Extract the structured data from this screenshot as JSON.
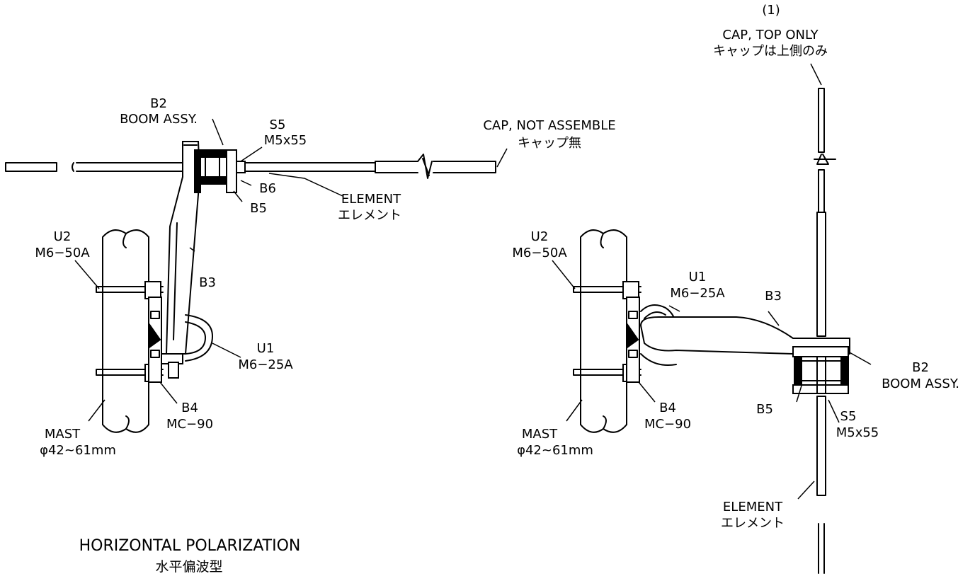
{
  "left": {
    "b2_code": "B2",
    "b2_name": "BOOM ASSY.",
    "s5_code": "S5",
    "s5_size": "M5x55",
    "cap_en": "CAP, NOT ASSEMBLE",
    "cap_jp": "キャップ無",
    "b6": "B6",
    "b5": "B5",
    "element_en": "ELEMENT",
    "element_jp": "エレメント",
    "u2_code": "U2",
    "u2_size": "M6−50A",
    "b3": "B3",
    "u1_code": "U1",
    "u1_size": "M6−25A",
    "b4_code": "B4",
    "b4_size": "MC−90",
    "mast_en": "MAST",
    "mast_size": "φ42~61mm",
    "title_en": "HORIZONTAL POLARIZATION",
    "title_jp": "水平偏波型"
  },
  "right": {
    "note_num": "(1)",
    "cap_en": "CAP, TOP ONLY",
    "cap_jp": "キャップは上側のみ",
    "u2_code": "U2",
    "u2_size": "M6−50A",
    "u1_code": "U1",
    "u1_size": "M6−25A",
    "b3": "B3",
    "b2_code": "B2",
    "b2_name": "BOOM ASSY.",
    "b5": "B5",
    "s5_code": "S5",
    "s5_size": "M5x55",
    "b4_code": "B4",
    "b4_size": "MC−90",
    "mast_en": "MAST",
    "mast_size": "φ42~61mm",
    "element_en": "ELEMENT",
    "element_jp": "エレメント"
  }
}
